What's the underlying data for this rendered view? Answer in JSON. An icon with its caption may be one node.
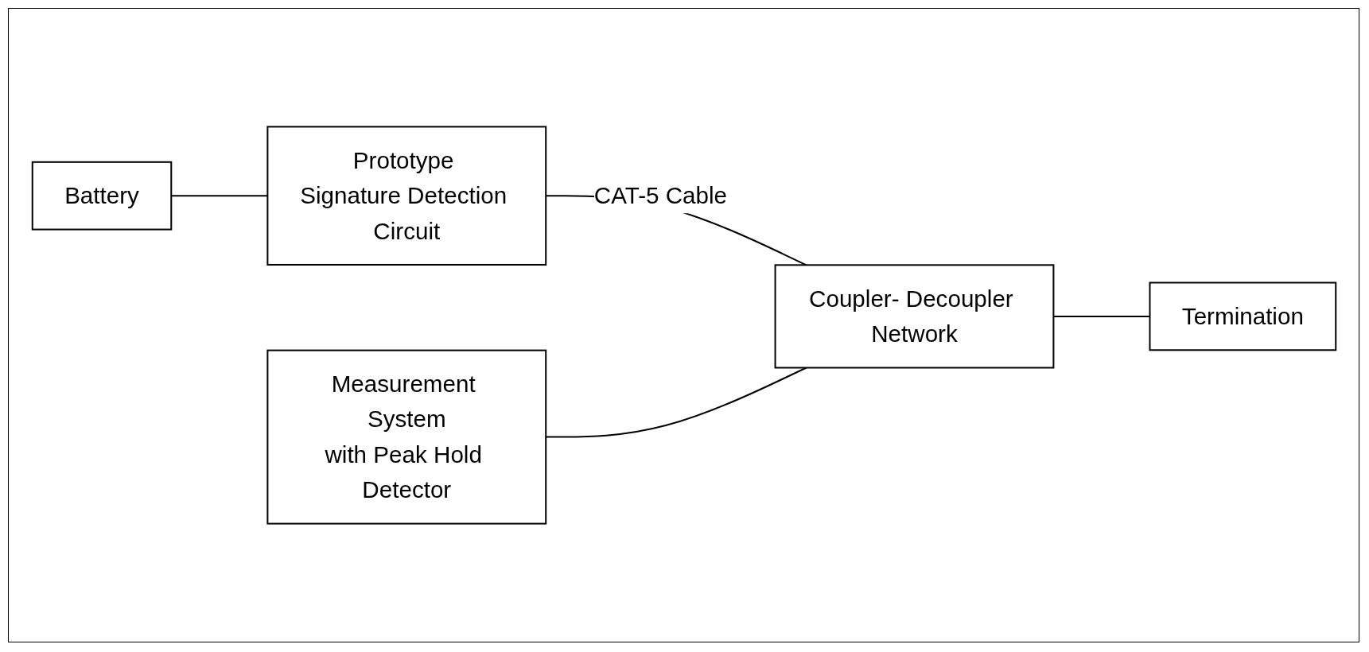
{
  "diagram": {
    "nodes": [
      {
        "text": [
          "Battery"
        ]
      },
      {
        "text": [
          "Prototype Signature Detection Circuit"
        ]
      },
      {
        "text": [
          "Measurement System",
          "with Peak Hold Detector"
        ]
      },
      {
        "text": [
          "Coupler- Decoupler Network"
        ]
      },
      {
        "text": [
          "Termination"
        ]
      }
    ],
    "edges": [
      {
        "from": 0,
        "to": 1,
        "arrow": "none"
      },
      {
        "from": 1,
        "to": 3,
        "arrow": "none",
        "label": "CAT-5 Cable"
      },
      {
        "from": 2,
        "to": 3,
        "arrow": "none"
      },
      {
        "from": 3,
        "to": 4,
        "arrow": "none"
      }
    ]
  }
}
